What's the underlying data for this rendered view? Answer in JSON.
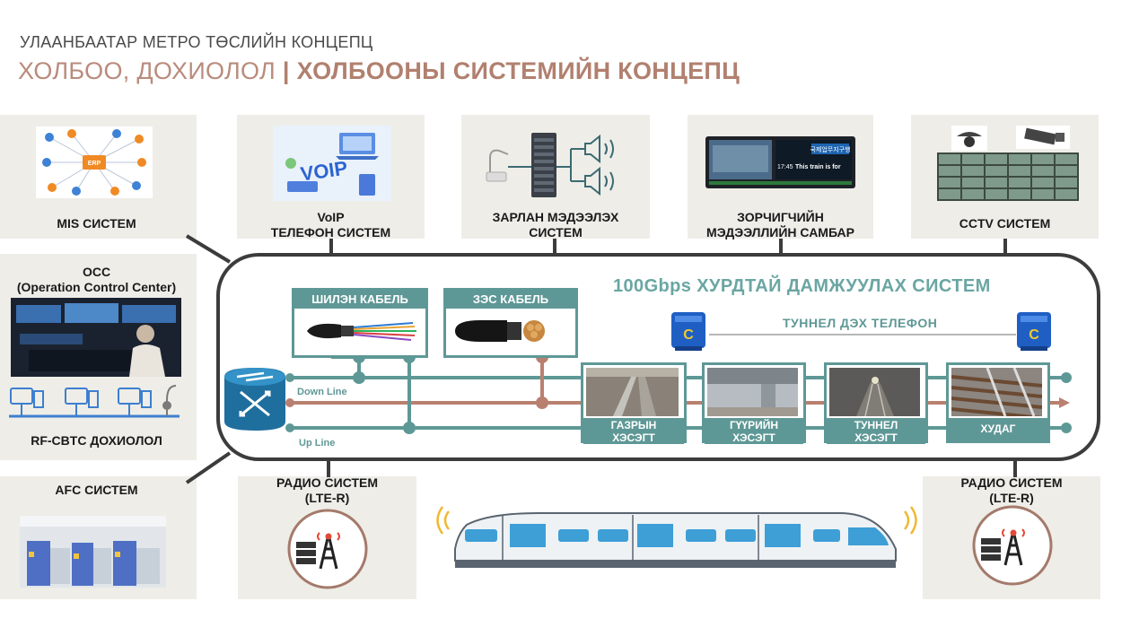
{
  "header": {
    "subtitle": "УЛААНБААТАР МЕТРО ТӨСЛИЙН КОНЦЕПЦ",
    "title_part1": "ХОЛБОО, ДОХИОЛОЛ",
    "title_sep": "|",
    "title_part2": "ХОЛБООНЫ СИСТЕМИЙН КОНЦЕПЦ"
  },
  "top_systems": {
    "mis": "MIS СИСТЕМ",
    "voip_l1": "VoIP",
    "voip_l2": "ТЕЛЕФОН СИСТЕМ",
    "pa_l1": "ЗАРЛАН МЭДЭЭЛЭХ",
    "pa_l2": "СИСТЕМ",
    "pis_l1": "ЗОРЧИГЧИЙН",
    "pis_l2": "МЭДЭЭЛЛИЙН САМБАР",
    "cctv": "CCTV СИСТЕМ"
  },
  "thumbs": {
    "voip_text": "VOIP",
    "pis_korean": "국제업무지구행",
    "pis_english": "This train is for",
    "pis_time": "17:45"
  },
  "left_systems": {
    "occ_l1": "OCC",
    "occ_l2": "(Operation Control Center)",
    "cbtc": "RF-CBTC ДОХИОЛОЛ",
    "afc": "AFC СИСТЕМ"
  },
  "backbone": {
    "title": "100Gbps ХУРДТАЙ ДАМЖУУЛАХ СИСТЕМ",
    "fiber_label": "ШИЛЭН КАБЕЛЬ",
    "power_label": "ЗЭС КАБЕЛЬ",
    "tunnel_phone": "ТУННЕЛ ДЭХ ТЕЛЕФОН",
    "down_line": "Down Line",
    "up_line": "Up Line",
    "segments": [
      {
        "l1": "ГАЗРЫН",
        "l2": "ХЭСЭГТ"
      },
      {
        "l1": "ГҮҮРИЙН",
        "l2": "ХЭСЭГТ"
      },
      {
        "l1": "ТУННЕЛ",
        "l2": "ХЭСЭГТ"
      },
      {
        "l1": "ХУДАГ",
        "l2": ""
      }
    ]
  },
  "radio": {
    "left_l1": "РАДИО СИСТЕМ",
    "left_l2": "(LTE-R)",
    "right_l1": "РАДИО СИСТЕМ",
    "right_l2": "(LTE-R)"
  },
  "colors": {
    "teal": "#5e9896",
    "copper": "#b98070",
    "card": "#eeede8",
    "frame": "#3c3c3c",
    "train_blue": "#3d9fd6"
  }
}
